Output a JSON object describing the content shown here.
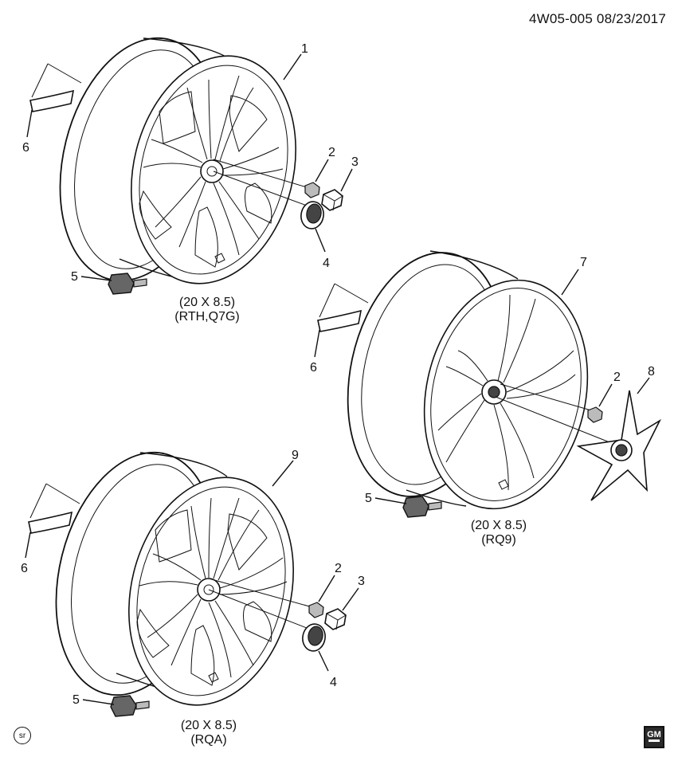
{
  "header": {
    "code": "4W05-005  08/23/2017"
  },
  "wheels": [
    {
      "callout": "1",
      "size": "(20 X 8.5)",
      "option": "(RTH,Q7G)"
    },
    {
      "callout": "7",
      "size": "(20 X 8.5)",
      "option": "(RQ9)"
    },
    {
      "callout": "9",
      "size": "(20 X 8.5)",
      "option": "(RQA)"
    }
  ],
  "callouts": {
    "nut": "2",
    "nut_cap": "3",
    "center_cap": "4",
    "tpms_sensor": "5",
    "weight": "6",
    "center_cap_rq9": "8"
  },
  "footer": {
    "sr_badge": "sr",
    "logo_text": "GM",
    "logo": "gm-logo"
  }
}
